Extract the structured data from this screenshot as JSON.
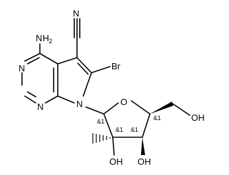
{
  "molecule": {
    "atom_labels": {
      "amine_n": "N",
      "amine_h2": "H",
      "amine_sub": "2",
      "pyrimidine_n1": "N",
      "pyrimidine_n3": "N",
      "pyrrole_n7": "N",
      "nitrile_n": "N",
      "bromine": "Br",
      "ring_o": "O",
      "oh_5prime": "OH",
      "oh_2prime": "OH",
      "oh_3prime": "OH"
    },
    "stereo_labels": {
      "c1prime": "&1",
      "c2prime": "&1",
      "c3prime": "&1",
      "c4prime": "&1"
    }
  }
}
